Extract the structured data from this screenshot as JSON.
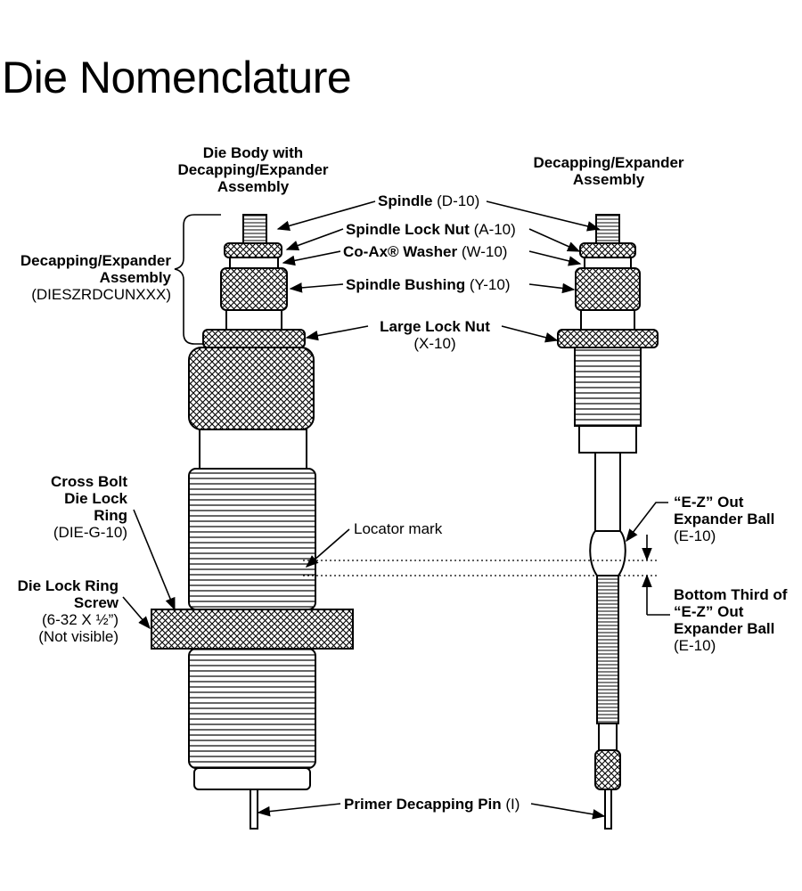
{
  "title": "Die Nomenclature",
  "headings": {
    "die_body": [
      "Die Body with",
      "Decapping/Expander",
      "Assembly"
    ],
    "assembly": [
      "Decapping/Expander",
      "Assembly"
    ]
  },
  "callouts": {
    "spindle": {
      "name": "Spindle",
      "code": " (D-10)"
    },
    "spindle_lock_nut": {
      "name": "Spindle Lock Nut",
      "code": " (A-10)"
    },
    "coax_washer": {
      "name": "Co-Ax® Washer",
      "code": " (W-10)"
    },
    "spindle_bushing": {
      "name": "Spindle Bushing",
      "code": " (Y-10)"
    },
    "large_lock_nut": {
      "name": "Large Lock Nut",
      "code": "(X-10)"
    },
    "decapping_assembly": {
      "line1": "Decapping/Expander",
      "line2": "Assembly",
      "code": "(DIESZRDCUNXXX)"
    },
    "cross_bolt": {
      "line1": "Cross Bolt",
      "line2": "Die Lock",
      "line3": "Ring",
      "code": "(DIE-G-10)"
    },
    "locator_mark": {
      "name": "Locator mark"
    },
    "lock_ring_screw": {
      "line1": "Die Lock Ring",
      "line2": "Screw",
      "code1": "(6-32 X ½”)",
      "code2": "(Not visible)"
    },
    "ez_ball": {
      "line1": "“E-Z” Out",
      "line2": "Expander Ball",
      "code": "(E-10)"
    },
    "bottom_third": {
      "line1": "Bottom Third of",
      "line2": "“E-Z” Out",
      "line3": "Expander Ball",
      "code": "(E-10)"
    },
    "decapping_pin": {
      "name": "Primer Decapping Pin",
      "code": " (I)"
    }
  },
  "colors": {
    "ink": "#000000",
    "paper": "#ffffff"
  }
}
